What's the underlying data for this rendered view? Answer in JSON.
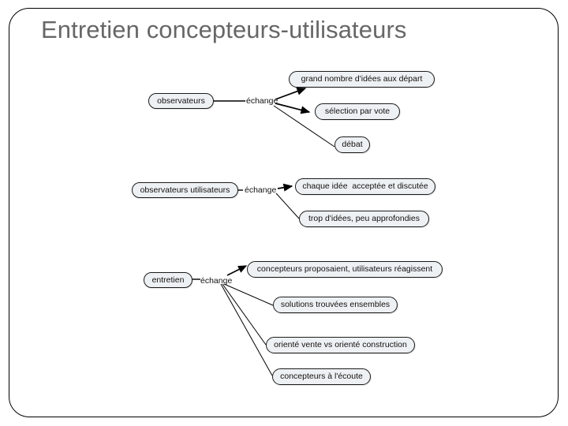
{
  "slide": {
    "title": "Entretien concepteurs-utilisateurs",
    "title_color": "#676767",
    "background_color": "#ffffff",
    "frame_border_color": "#000000",
    "node_fill_color": "#eef1f3",
    "node_border_color": "#1b1b1b",
    "connector_color": "#000000"
  },
  "groups": [
    {
      "name": "observateurs-group",
      "source": {
        "label": "observateurs"
      },
      "relation": {
        "label": "échange"
      },
      "outcomes": [
        {
          "label": "grand nombre d'idées aux départ",
          "arrowhead": true
        },
        {
          "label": "sélection par vote",
          "arrowhead": true
        },
        {
          "label": "débat",
          "arrowhead": false
        }
      ]
    },
    {
      "name": "observateurs-utilisateurs-group",
      "source": {
        "label": "observateurs utilisateurs"
      },
      "relation": {
        "label": "échange"
      },
      "outcomes": [
        {
          "label": "chaque idée  acceptée et discutée",
          "arrowhead": true
        },
        {
          "label": "trop d'idées, peu approfondies",
          "arrowhead": false
        }
      ]
    },
    {
      "name": "entretien-group",
      "source": {
        "label": "entretien"
      },
      "relation": {
        "label": "échange"
      },
      "outcomes": [
        {
          "label": "concepteurs proposaient, utilisateurs réagissent",
          "arrowhead": true
        },
        {
          "label": "solutions trouvées ensembles",
          "arrowhead": false
        },
        {
          "label": "orienté vente vs orienté construction",
          "arrowhead": false
        },
        {
          "label": "concepteurs à l'écoute",
          "arrowhead": false
        }
      ]
    }
  ]
}
